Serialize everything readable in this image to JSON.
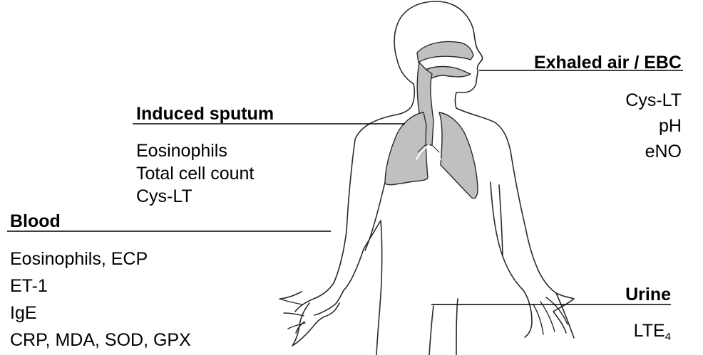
{
  "induced_sputum": {
    "heading": "Induced sputum",
    "markers": [
      "Eosinophils",
      "Total cell count",
      "Cys-LT"
    ]
  },
  "exhaled_air": {
    "heading": "Exhaled air / EBC",
    "markers": [
      "Cys-LT",
      "pH",
      "eNO"
    ]
  },
  "blood": {
    "heading": "Blood",
    "markers": [
      "Eosinophils, ECP",
      "ET-1",
      "IgE",
      "CRP, MDA, SOD, GPX"
    ]
  },
  "urine": {
    "heading": "Urine",
    "marker_base": "LTE",
    "marker_subscript": "4"
  },
  "colors": {
    "outline": "#2a2a2a",
    "organ_fill": "#c0c0c0",
    "leader_line": "#000000"
  }
}
